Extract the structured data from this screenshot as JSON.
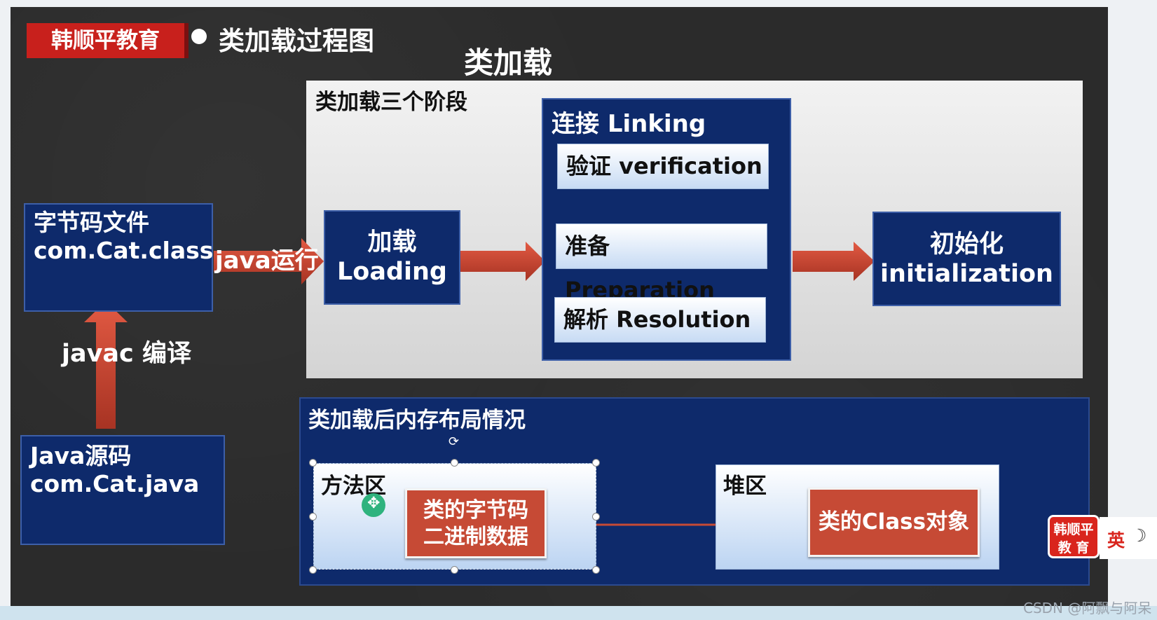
{
  "header": {
    "brand": "韩顺平教育",
    "slide_title": "类加载过程图",
    "heading": "类加载"
  },
  "left_column": {
    "bytecode_box": {
      "line1": "字节码文件",
      "line2": "com.Cat.class"
    },
    "compile_label": "javac 编译",
    "source_box": {
      "line1": "Java源码",
      "line2": "com.Cat.java"
    },
    "run_label": "java运行"
  },
  "stages": {
    "title": "类加载三个阶段",
    "loading": {
      "line1": "加载",
      "line2": "Loading"
    },
    "linking": {
      "title": "连接 Linking",
      "steps": [
        "验证 verification",
        "准备 Preparation",
        "解析 Resolution"
      ]
    },
    "initialization": {
      "line1": "初始化",
      "line2": "initialization"
    }
  },
  "memory": {
    "title": "类加载后内存布局情况",
    "method_area": {
      "label": "方法区",
      "box": {
        "line1": "类的字节码",
        "line2": "二进制数据"
      }
    },
    "heap": {
      "label": "堆区",
      "box": "类的Class对象"
    }
  },
  "overlay": {
    "mini_logo_line1": "韩顺平",
    "mini_logo_line2": "教 育",
    "ime_label": "英",
    "watermark": "CSDN @阿飘与阿呆"
  },
  "colors": {
    "navy": "#0e2a6b",
    "brand_red": "#c8201c",
    "arrow_red": "#c64a35",
    "board": "#2b2b2b"
  }
}
